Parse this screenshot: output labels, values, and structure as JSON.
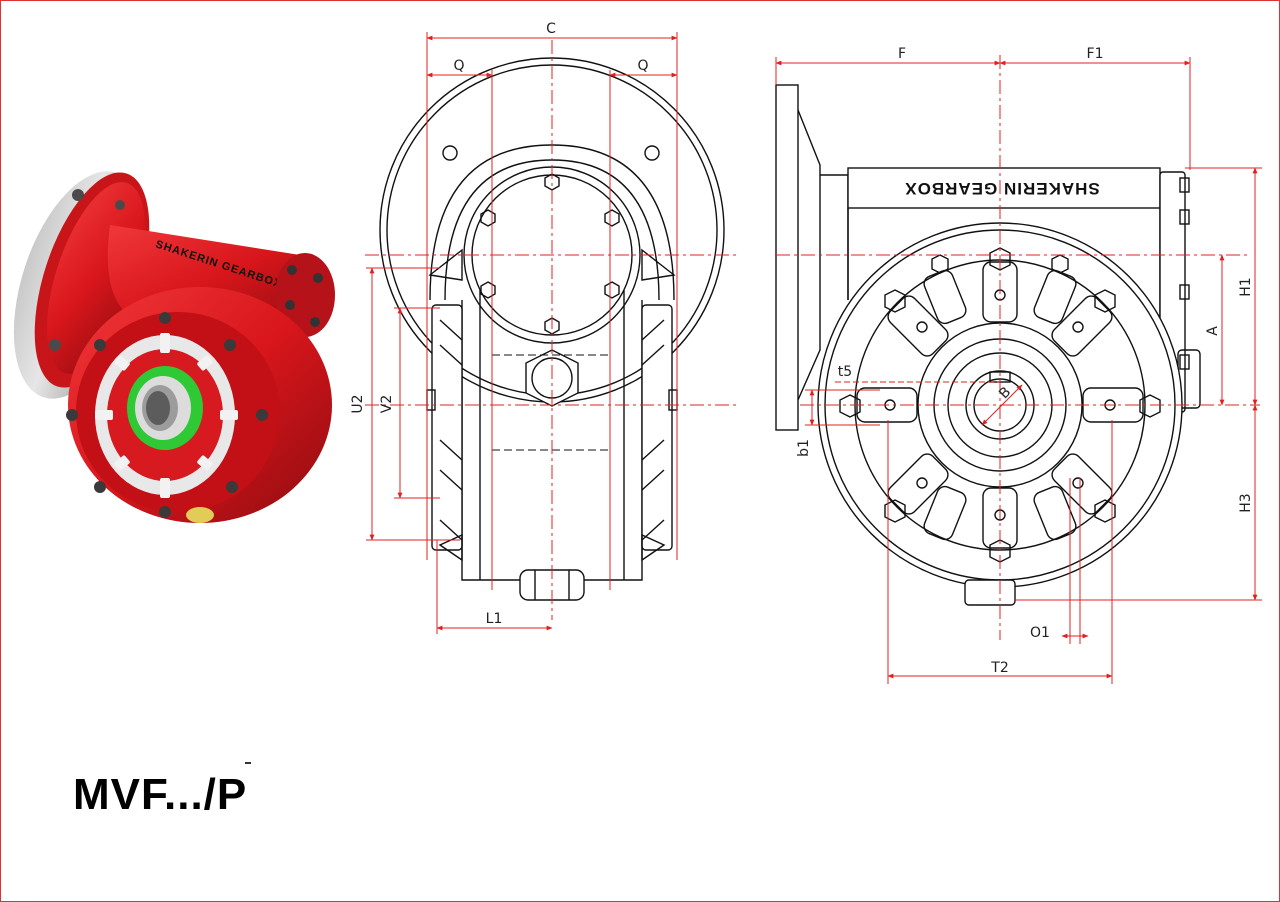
{
  "model_label": "MVF.../P",
  "brand_text": "SHAKERIN GEARBOX",
  "dimension_labels": {
    "C": "C",
    "Q": "Q",
    "U2": "U2",
    "V2": "V2",
    "L1": "L1",
    "F": "F",
    "F1": "F1",
    "H1": "H1",
    "A": "A",
    "H3": "H3",
    "t5": "t5",
    "b1": "b1",
    "B": "B",
    "O1": "O1",
    "T2": "T2"
  },
  "colors": {
    "frame": "#e03030",
    "dimension_line": "#e02020",
    "gearbox_body": "#d8161b",
    "outline": "#111111",
    "hub_ring": "#2ec935"
  }
}
